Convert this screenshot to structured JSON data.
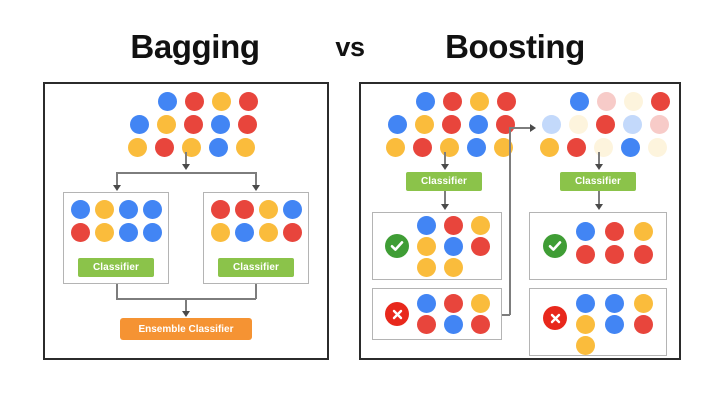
{
  "title": {
    "left": "Bagging",
    "middle": "vs",
    "right": "Boosting"
  },
  "colors": {
    "blue": "#4285f4",
    "red": "#e8453c",
    "yellow": "#fabc3c",
    "blue_faded": "#c3d9fb",
    "red_faded": "#f7cbc8",
    "yellow_faded": "#fdeecb",
    "cream": "#fdf4dd",
    "classifier_green": "#8bc34a",
    "ensemble_orange": "#f59333",
    "check_green": "#3f9d35",
    "cross_red": "#e8281c",
    "panel_border": "#2b2b2b",
    "subbox_border": "#b4b4b4",
    "connector": "#7d7d7d",
    "background": "#ffffff",
    "title_text": "#111111"
  },
  "labels": {
    "classifier": "Classifier",
    "ensemble_classifier": "Ensemble Classifier",
    "check_icon": "check-mark-icon",
    "cross_icon": "cross-mark-icon"
  },
  "bagging": {
    "panel_name": "bagging-panel",
    "dataset": {
      "name": "bagging-dataset-cluster",
      "rows": [
        [
          "blue",
          "red",
          "yellow",
          "red"
        ],
        [
          "blue",
          "yellow",
          "red",
          "blue",
          "red"
        ],
        [
          "yellow",
          "red",
          "yellow",
          "blue",
          "yellow"
        ]
      ]
    },
    "branches": [
      {
        "name": "bagging-branch-left",
        "sample_rows": [
          [
            "blue",
            "yellow",
            "blue",
            "blue"
          ],
          [
            "red",
            "yellow",
            "blue",
            "blue"
          ]
        ],
        "classifier": "Classifier"
      },
      {
        "name": "bagging-branch-right",
        "sample_rows": [
          [
            "red",
            "red",
            "yellow",
            "blue"
          ],
          [
            "yellow",
            "blue",
            "yellow",
            "red"
          ]
        ],
        "classifier": "Classifier"
      }
    ],
    "ensemble": "Ensemble Classifier"
  },
  "boosting": {
    "panel_name": "boosting-panel",
    "stages": [
      {
        "name": "boosting-stage-1",
        "dataset": {
          "name": "boosting-dataset-cluster-1",
          "weighted": false,
          "rows": [
            [
              "blue",
              "red",
              "yellow",
              "red"
            ],
            [
              "blue",
              "yellow",
              "red",
              "blue",
              "red"
            ],
            [
              "yellow",
              "red",
              "yellow",
              "blue",
              "yellow"
            ]
          ]
        },
        "classifier": "Classifier",
        "correct": {
          "name": "boosting-correct-box-1",
          "badge": "check-mark-icon",
          "rows": [
            [
              "blue",
              "red",
              "yellow"
            ],
            [
              "yellow",
              "blue",
              "red"
            ],
            [
              "yellow",
              "yellow"
            ]
          ]
        },
        "incorrect": {
          "name": "boosting-incorrect-box-1",
          "badge": "cross-mark-icon",
          "rows": [
            [
              "blue",
              "red",
              "yellow"
            ],
            [
              "red",
              "blue",
              "red"
            ]
          ]
        }
      },
      {
        "name": "boosting-stage-2",
        "dataset": {
          "name": "boosting-dataset-cluster-2",
          "weighted": true,
          "rows": [
            [
              "blue",
              "red-f",
              "cream",
              "red"
            ],
            [
              "blue-f",
              "cream",
              "red",
              "blue-f",
              "red-f"
            ],
            [
              "yellow",
              "red",
              "cream",
              "blue",
              "cream"
            ]
          ]
        },
        "classifier": "Classifier",
        "correct": {
          "name": "boosting-correct-box-2",
          "badge": "check-mark-icon",
          "rows": [
            [
              "blue",
              "red",
              "yellow"
            ],
            [
              "red",
              "red",
              "red"
            ]
          ]
        },
        "incorrect": {
          "name": "boosting-incorrect-box-2",
          "badge": "cross-mark-icon",
          "rows": [
            [
              "blue",
              "blue",
              "yellow"
            ],
            [
              "yellow",
              "blue",
              "red"
            ],
            [
              "yellow"
            ]
          ]
        }
      }
    ],
    "feedback_arrow": "reweight-feedback-arrow"
  }
}
